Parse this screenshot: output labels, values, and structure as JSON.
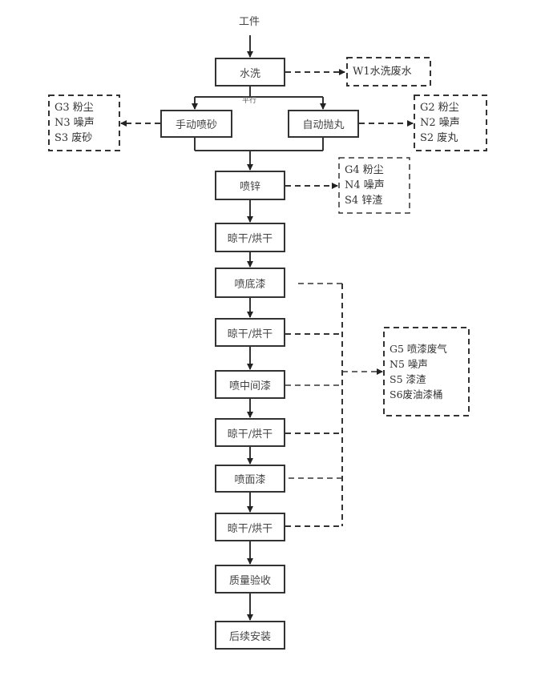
{
  "diagram": {
    "input_label": "工件",
    "parallel_label": "平行",
    "steps": {
      "wash": "水洗",
      "manual_sandblast": "手动喷砂",
      "auto_shotblast": "自动抛丸",
      "zinc_spray": "喷锌",
      "dry_1": "晾干/烘干",
      "primer": "喷底漆",
      "dry_2": "晾干/烘干",
      "intermediate": "喷中间漆",
      "dry_3": "晾干/烘干",
      "topcoat": "喷面漆",
      "dry_4": "晾干/烘干",
      "inspection": "质量验收",
      "installation": "后续安装"
    },
    "outputs": {
      "w1": [
        "W1水洗废水"
      ],
      "g3": [
        "G3 粉尘",
        "N3 噪声",
        "S3 废砂"
      ],
      "g2": [
        "G2 粉尘",
        "N2 噪声",
        "S2 废丸"
      ],
      "g4": [
        "G4 粉尘",
        "N4 噪声",
        "S4 锌渣"
      ],
      "g5": [
        "G5 喷漆废气",
        "N5 噪声",
        "S5 漆渣",
        "S6废油漆桶"
      ]
    },
    "colors": {
      "line": "#333333",
      "text": "#444444",
      "background": "#ffffff"
    }
  }
}
